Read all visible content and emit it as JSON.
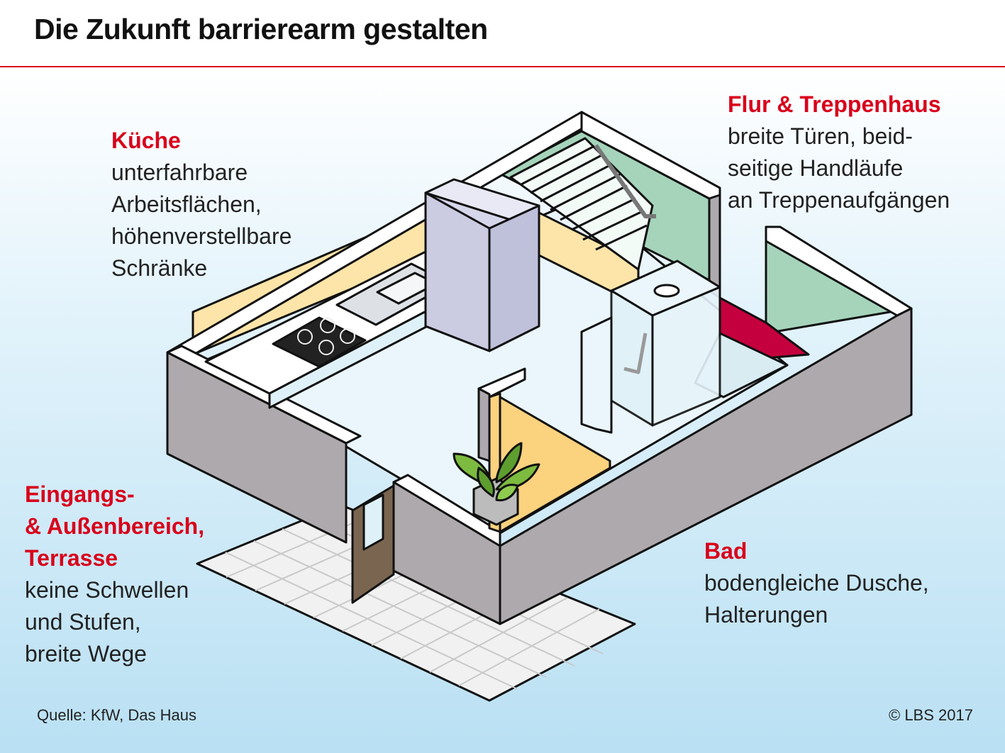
{
  "title": "Die Zukunft barrierearm gestalten",
  "areas": {
    "kueche": {
      "heading": "Küche",
      "lines": [
        "unterfahrbare",
        "Arbeitsflächen,",
        "höhenverstellbare",
        "Schränke"
      ]
    },
    "flur": {
      "heading": "Flur & Treppenhaus",
      "lines": [
        "breite Türen, beid-",
        "seitige Handläufe",
        "an Treppenaufgängen"
      ]
    },
    "eingang": {
      "heading_lines": [
        "Eingangs-",
        "& Außenbereich,",
        "Terrasse"
      ],
      "lines": [
        "keine Schwellen",
        "und Stufen,",
        "breite Wege"
      ]
    },
    "bad": {
      "heading": "Bad",
      "lines": [
        "bodengleiche Dusche,",
        "Halterungen"
      ]
    }
  },
  "footer": {
    "source": "Quelle:  KfW, Das Haus",
    "copyright": "© LBS 2017"
  },
  "colors": {
    "accent": "#d9001b",
    "wall": "#aea9ad",
    "floor": "#eaf6fb",
    "kitchen_wall": "#fde4a8",
    "stair_wall": "#a5d4bb"
  }
}
